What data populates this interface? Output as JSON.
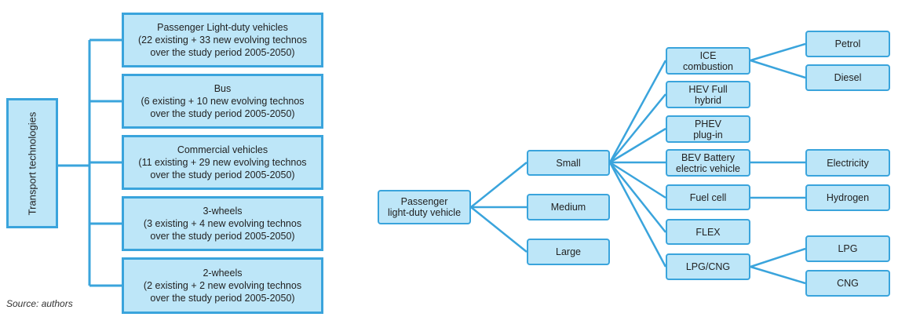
{
  "left_tree": {
    "root": "Transport technologies",
    "children": [
      "Passenger Light-duty vehicles\n(22 existing + 33 new evolving technos\nover the study period 2005-2050)",
      "Bus\n(6 existing + 10 new evolving technos\nover the study period 2005-2050)",
      "Commercial vehicles\n(11 existing + 29 new evolving  technos\nover the study period 2005-2050)",
      "3-wheels\n(3 existing + 4 new evolving technos\nover the study period 2005-2050)",
      "2-wheels\n(2 existing + 2 new evolving technos\nover the study period 2005-2050)"
    ],
    "source": "Source: authors"
  },
  "right_tree": {
    "root": "Passenger\nlight-duty vehicle",
    "sizes": [
      "Small",
      "Medium",
      "Large"
    ],
    "technologies": [
      "ICE\ncombustion",
      "HEV Full\nhybrid",
      "PHEV\nplug-in",
      "BEV Battery\nelectric vehicle",
      "Fuel cell",
      "FLEX",
      "LPG/CNG"
    ],
    "fuels": [
      "Petrol",
      "Diesel",
      "Electricity",
      "Hydrogen",
      "LPG",
      "CNG"
    ]
  },
  "colors": {
    "box_fill": "#bde6f8",
    "line": "#3aa4dc"
  }
}
